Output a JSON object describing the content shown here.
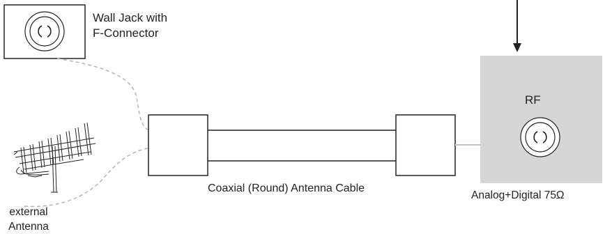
{
  "wall_jack": {
    "label_line1": "Wall Jack with",
    "label_line2": "F-Connector"
  },
  "tv_port": {
    "title": "RF",
    "spec": "Analog+Digital 75Ω"
  },
  "cable": {
    "label": "Coaxial (Round) Antenna Cable"
  },
  "antenna": {
    "label_line1": "external",
    "label_line2": "Antenna"
  },
  "colors": {
    "tv_panel": "#d6d6d6",
    "dashed_line": "#b0b0b0",
    "stroke": "#222222"
  },
  "icons": [
    "f-connector-icon",
    "rf-port-icon",
    "yagi-antenna-icon",
    "down-arrow-icon"
  ]
}
